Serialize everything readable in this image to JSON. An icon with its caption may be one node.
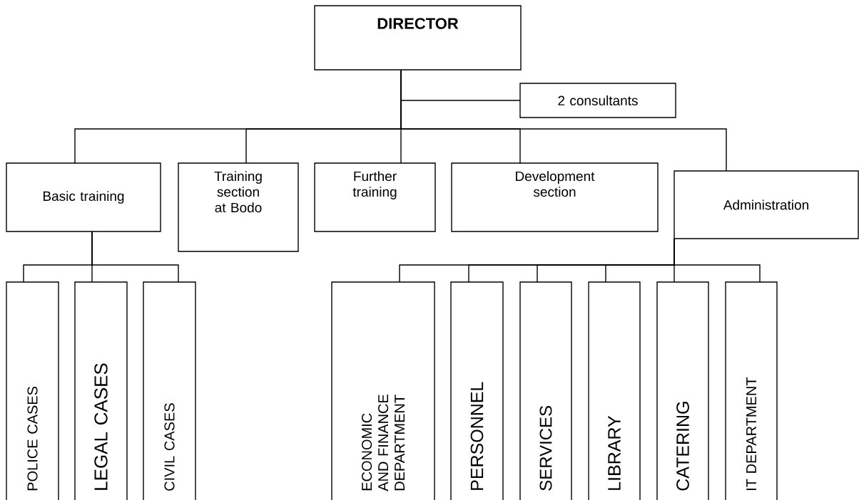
{
  "diagram": {
    "nodes": [
      {
        "text": [
          "DIRECTOR"
        ]
      },
      {
        "text": [
          "2 consultants"
        ]
      },
      {
        "text": [
          "Basic training"
        ]
      },
      {
        "text": [
          "Training section at Bodo"
        ]
      },
      {
        "text": [
          "Further training"
        ]
      },
      {
        "text": [
          "Development section"
        ]
      },
      {
        "text": [
          "Administration"
        ]
      },
      {
        "text": [
          "POLICE CASES"
        ]
      },
      {
        "text": [
          "LEGAL CASES"
        ]
      },
      {
        "text": [
          "CIVIL CASES"
        ]
      },
      {
        "text": [
          "ECONOMIC AND FINANCE DEPARTMENT"
        ]
      },
      {
        "text": [
          "PERSONNEL"
        ]
      },
      {
        "text": [
          "SERVICES"
        ]
      },
      {
        "text": [
          "LIBRARY"
        ]
      },
      {
        "text": [
          "CATERING"
        ]
      },
      {
        "text": [
          "IT DEPARTMENT"
        ]
      }
    ],
    "edges": [
      {
        "from": 0,
        "to": 1,
        "arrow": "none"
      },
      {
        "from": 0,
        "to": 2,
        "arrow": "none"
      },
      {
        "from": 0,
        "to": 3,
        "arrow": "none"
      },
      {
        "from": 0,
        "to": 4,
        "arrow": "none"
      },
      {
        "from": 0,
        "to": 5,
        "arrow": "none"
      },
      {
        "from": 0,
        "to": 6,
        "arrow": "none"
      },
      {
        "from": 2,
        "to": 7,
        "arrow": "none"
      },
      {
        "from": 2,
        "to": 8,
        "arrow": "none"
      },
      {
        "from": 2,
        "to": 9,
        "arrow": "none"
      },
      {
        "from": 6,
        "to": 10,
        "arrow": "none"
      },
      {
        "from": 6,
        "to": 11,
        "arrow": "none"
      },
      {
        "from": 6,
        "to": 12,
        "arrow": "none"
      },
      {
        "from": 6,
        "to": 13,
        "arrow": "none"
      },
      {
        "from": 6,
        "to": 14,
        "arrow": "none"
      },
      {
        "from": 6,
        "to": 15,
        "arrow": "none"
      }
    ]
  }
}
